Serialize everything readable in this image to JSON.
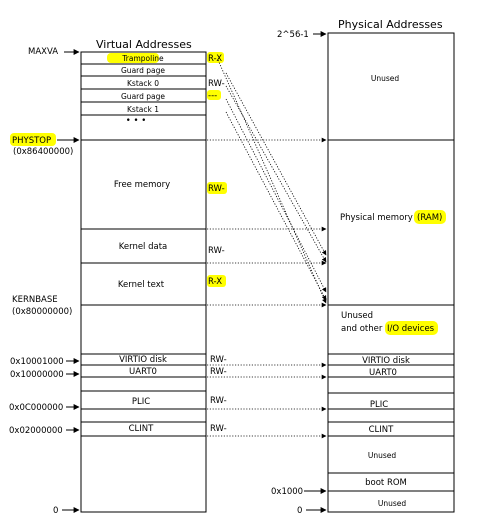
{
  "virtual": {
    "title": "Virtual Addresses",
    "regions": {
      "trampoline": "Trampoline",
      "guard_page_1": "Guard page",
      "kstack_0": "Kstack 0",
      "guard_page_2": "Guard page",
      "kstack_1": "Kstack 1",
      "ellipsis": "• • •",
      "free_memory": "Free memory",
      "kernel_data": "Kernel data",
      "kernel_text": "Kernel text",
      "virtio_disk": "VIRTIO disk",
      "uart0": "UART0",
      "plic": "PLIC",
      "clint": "CLINT"
    },
    "permissions": {
      "trampoline": "R-X",
      "kstack_0": "RW-",
      "guard_page_2": "---",
      "free_memory": "RW-",
      "kernel_data": "RW-",
      "kernel_text": "R-X",
      "virtio_disk": "RW-",
      "uart0": "RW-",
      "plic": "RW-",
      "clint": "RW-"
    },
    "addresses": {
      "maxva": "MAXVA",
      "phystop": "PHYSTOP",
      "phystop_value": "(0x86400000)",
      "kernbase": "KERNBASE",
      "kernbase_value": "(0x80000000)",
      "virtio": "0x10001000",
      "uart": "0x10000000",
      "plic": "0x0C000000",
      "clint": "0x02000000",
      "zero": "0"
    }
  },
  "physical": {
    "title": "Physical Addresses",
    "regions": {
      "unused_top": "Unused",
      "ram_prefix": "Physical memory ",
      "ram_suffix": "(RAM)",
      "unused_io_1": "Unused",
      "unused_io_2": "and other ",
      "io_devices": "I/O devices",
      "virtio_disk": "VIRTIO disk",
      "uart0": "UART0",
      "plic": "PLIC",
      "clint": "CLINT",
      "unused_mid": "Unused",
      "boot_rom": "boot ROM",
      "unused_bottom": "Unused"
    },
    "addresses": {
      "top": "2^56-1",
      "boot": "0x1000",
      "zero": "0"
    }
  },
  "colors": {
    "highlight": "#ffff00",
    "stroke": "#000000"
  }
}
